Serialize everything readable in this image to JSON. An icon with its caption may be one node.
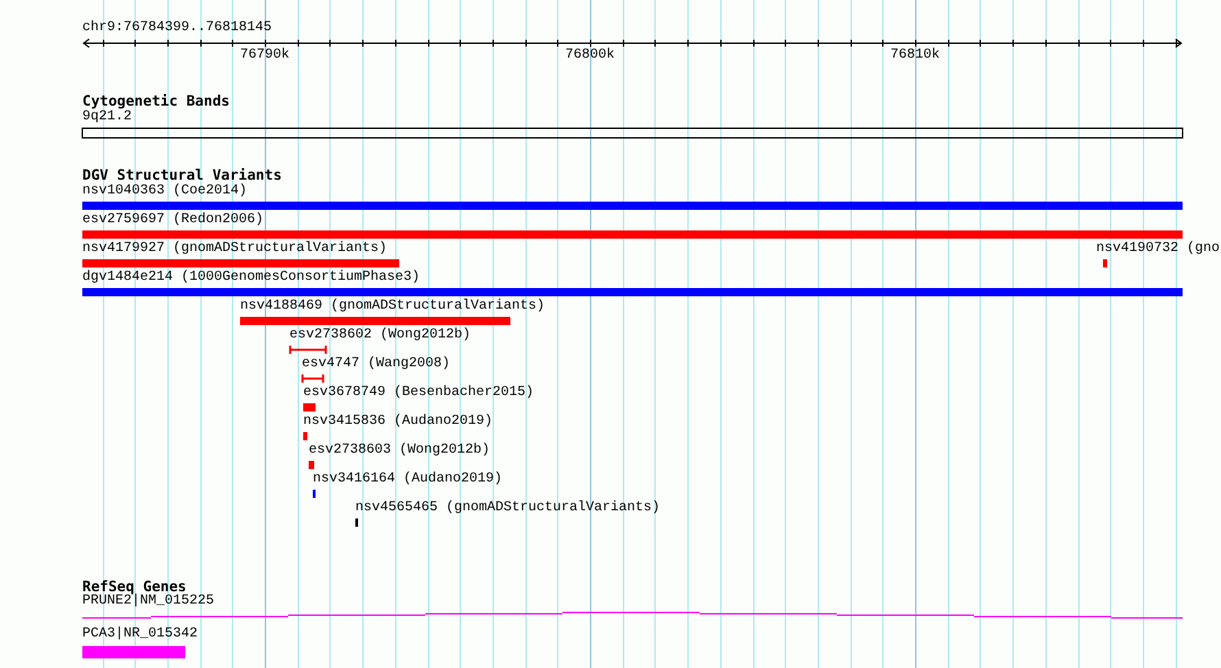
{
  "diagram": {
    "title": "chr9:76784399..76818145",
    "nodes": [
      {
        "text": [
          "9q21.2"
        ]
      },
      {
        "text": [
          "nsv1040363 (Coe2014)"
        ]
      },
      {
        "text": [
          "esv2759697 (Redon2006)"
        ]
      },
      {
        "text": [
          "nsv4179927 (gnomADStructuralVariants)"
        ]
      },
      {
        "text": [
          "nsv4190732 (gno"
        ]
      },
      {
        "text": [
          "dgv1484e214 (1000GenomesConsortiumPhase3)"
        ]
      },
      {
        "text": [
          "nsv4188469 (gnomADStructuralVariants)"
        ]
      },
      {
        "text": [
          "esv2738602 (Wong2012b)"
        ]
      },
      {
        "text": [
          "esv4747 (Wang2008)"
        ]
      },
      {
        "text": [
          "esv3678749 (Besenbacher2015)"
        ]
      },
      {
        "text": [
          "nsv3415836 (Audano2019)"
        ]
      },
      {
        "text": [
          "esv2738603 (Wong2012b)"
        ]
      },
      {
        "text": [
          "nsv3416164 (Audano2019)"
        ]
      },
      {
        "text": [
          "nsv4565465 (gnomADStructuralVariants)"
        ]
      },
      {
        "text": [
          "PRUNE2|NM_015225"
        ]
      },
      {
        "text": [
          "PCA3|NR_015342"
        ]
      }
    ],
    "labels": [
      "76790k",
      "76800k",
      "76810k",
      "Cytogenetic Bands",
      "DGV Structural Variants",
      "RefSeq Genes"
    ]
  }
}
